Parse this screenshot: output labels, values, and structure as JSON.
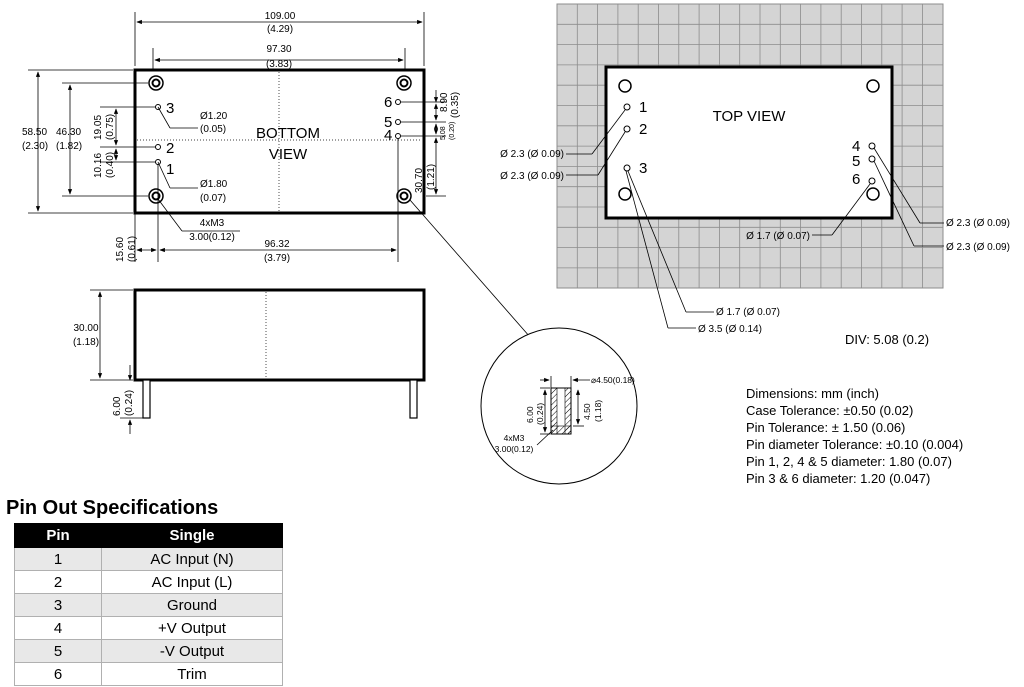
{
  "bottom_view": {
    "label_line1": "BOTTOM",
    "label_line2": "VIEW",
    "dim_width": "109.00",
    "dim_width_in": "(4.29)",
    "dim_inner_width": "97.30",
    "dim_inner_width_in": "(3.83)",
    "dim_height": "58.50",
    "dim_height_in": "(2.30)",
    "dim_inner_height": "46.30",
    "dim_inner_height_in": "(1.82)",
    "dim_pin3_offset": "19.05",
    "dim_pin3_offset_in": "(0.75)",
    "dim_pin12": "10.16",
    "dim_pin12_in": "(0.40)",
    "dim_left_offset": "15.60",
    "dim_left_offset_in": "(0.61)",
    "dim_pin_span": "96.32",
    "dim_pin_span_in": "(3.79)",
    "dim_pin56": "8.90",
    "dim_pin56_in": "(0.35)",
    "dim_pin45": "5.08",
    "dim_pin45_in": "(0.20)",
    "dim_right_offset": "30.70",
    "dim_right_offset_in": "(1.21)",
    "pin3_dia": "Ø1.20",
    "pin3_dia_in": "(0.05)",
    "pin1_dia": "Ø1.80",
    "pin1_dia_in": "(0.07)",
    "mount": "4xM3",
    "mount_depth": "3.00(0.12)",
    "pins": [
      "1",
      "2",
      "3",
      "4",
      "5",
      "6"
    ]
  },
  "side_view": {
    "dim_height": "30.00",
    "dim_height_in": "(1.18)",
    "dim_pin": "6.00",
    "dim_pin_in": "(0.24)"
  },
  "detail": {
    "dia": "⌀4.50(0.18)",
    "depth": "6.00",
    "depth_in": "(0.24)",
    "inner": "4.50",
    "inner_in": "(1.18)",
    "mount": "4xM3",
    "mount_depth": "3.00(0.12)"
  },
  "top_view": {
    "label": "TOP VIEW",
    "pins": [
      "1",
      "2",
      "3",
      "4",
      "5",
      "6"
    ],
    "callout_pin1": "Ø 2.3 (Ø 0.09)",
    "callout_pin2": "Ø 2.3 (Ø 0.09)",
    "callout_pin3a": "Ø 1.7 (Ø 0.07)",
    "callout_pin3b": "Ø 3.5 (Ø 0.14)",
    "callout_pin4": "Ø 2.3 (Ø 0.09)",
    "callout_pin5": "Ø 2.3 (Ø 0.09)",
    "callout_pin6": "Ø 1.7 (Ø 0.07)",
    "div": "DIV: 5.08 (0.2)"
  },
  "notes": [
    "Dimensions: mm (inch)",
    "Case Tolerance: ±0.50 (0.02)",
    "Pin Tolerance: ± 1.50 (0.06)",
    "Pin diameter Tolerance: ±0.10 (0.004)",
    "Pin 1, 2, 4 & 5 diameter: 1.80 (0.07)",
    "Pin 3 & 6 diameter: 1.20 (0.047)"
  ],
  "pinout": {
    "title": "Pin Out Specifications",
    "headers": [
      "Pin",
      "Single"
    ],
    "rows": [
      [
        "1",
        "AC Input (N)"
      ],
      [
        "2",
        "AC Input  (L)"
      ],
      [
        "3",
        "Ground"
      ],
      [
        "4",
        "+V Output"
      ],
      [
        "5",
        "-V Output"
      ],
      [
        "6",
        "Trim"
      ]
    ]
  },
  "colors": {
    "grid_fill": "#d4d4d4",
    "grid_line": "#8c8c8c",
    "table_header": "#000000",
    "row_shade": "#e8e8e8"
  }
}
